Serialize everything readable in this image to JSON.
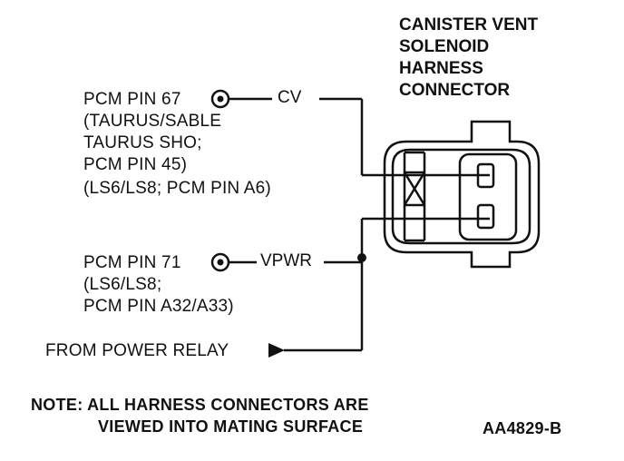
{
  "connector_title": [
    "CANISTER VENT",
    "SOLENOID",
    "HARNESS",
    "CONNECTOR"
  ],
  "cv_block": {
    "lines": [
      "PCM PIN 67",
      "(TAURUS/SABLE",
      "TAURUS SHO;",
      "PCM PIN 45)",
      "(LS6/LS8; PCM PIN A6)"
    ],
    "signal": "CV"
  },
  "vpwr_block": {
    "lines": [
      "PCM PIN 71",
      "(LS6/LS8;",
      "PCM PIN A32/A33)"
    ],
    "signal": "VPWR"
  },
  "power_source": "FROM POWER RELAY",
  "note": [
    "NOTE: ALL HARNESS CONNECTORS ARE",
    "VIEWED INTO MATING SURFACE"
  ],
  "figure_id": "AA4829-B",
  "colors": {
    "ink": "#111111",
    "background": "#ffffff"
  }
}
